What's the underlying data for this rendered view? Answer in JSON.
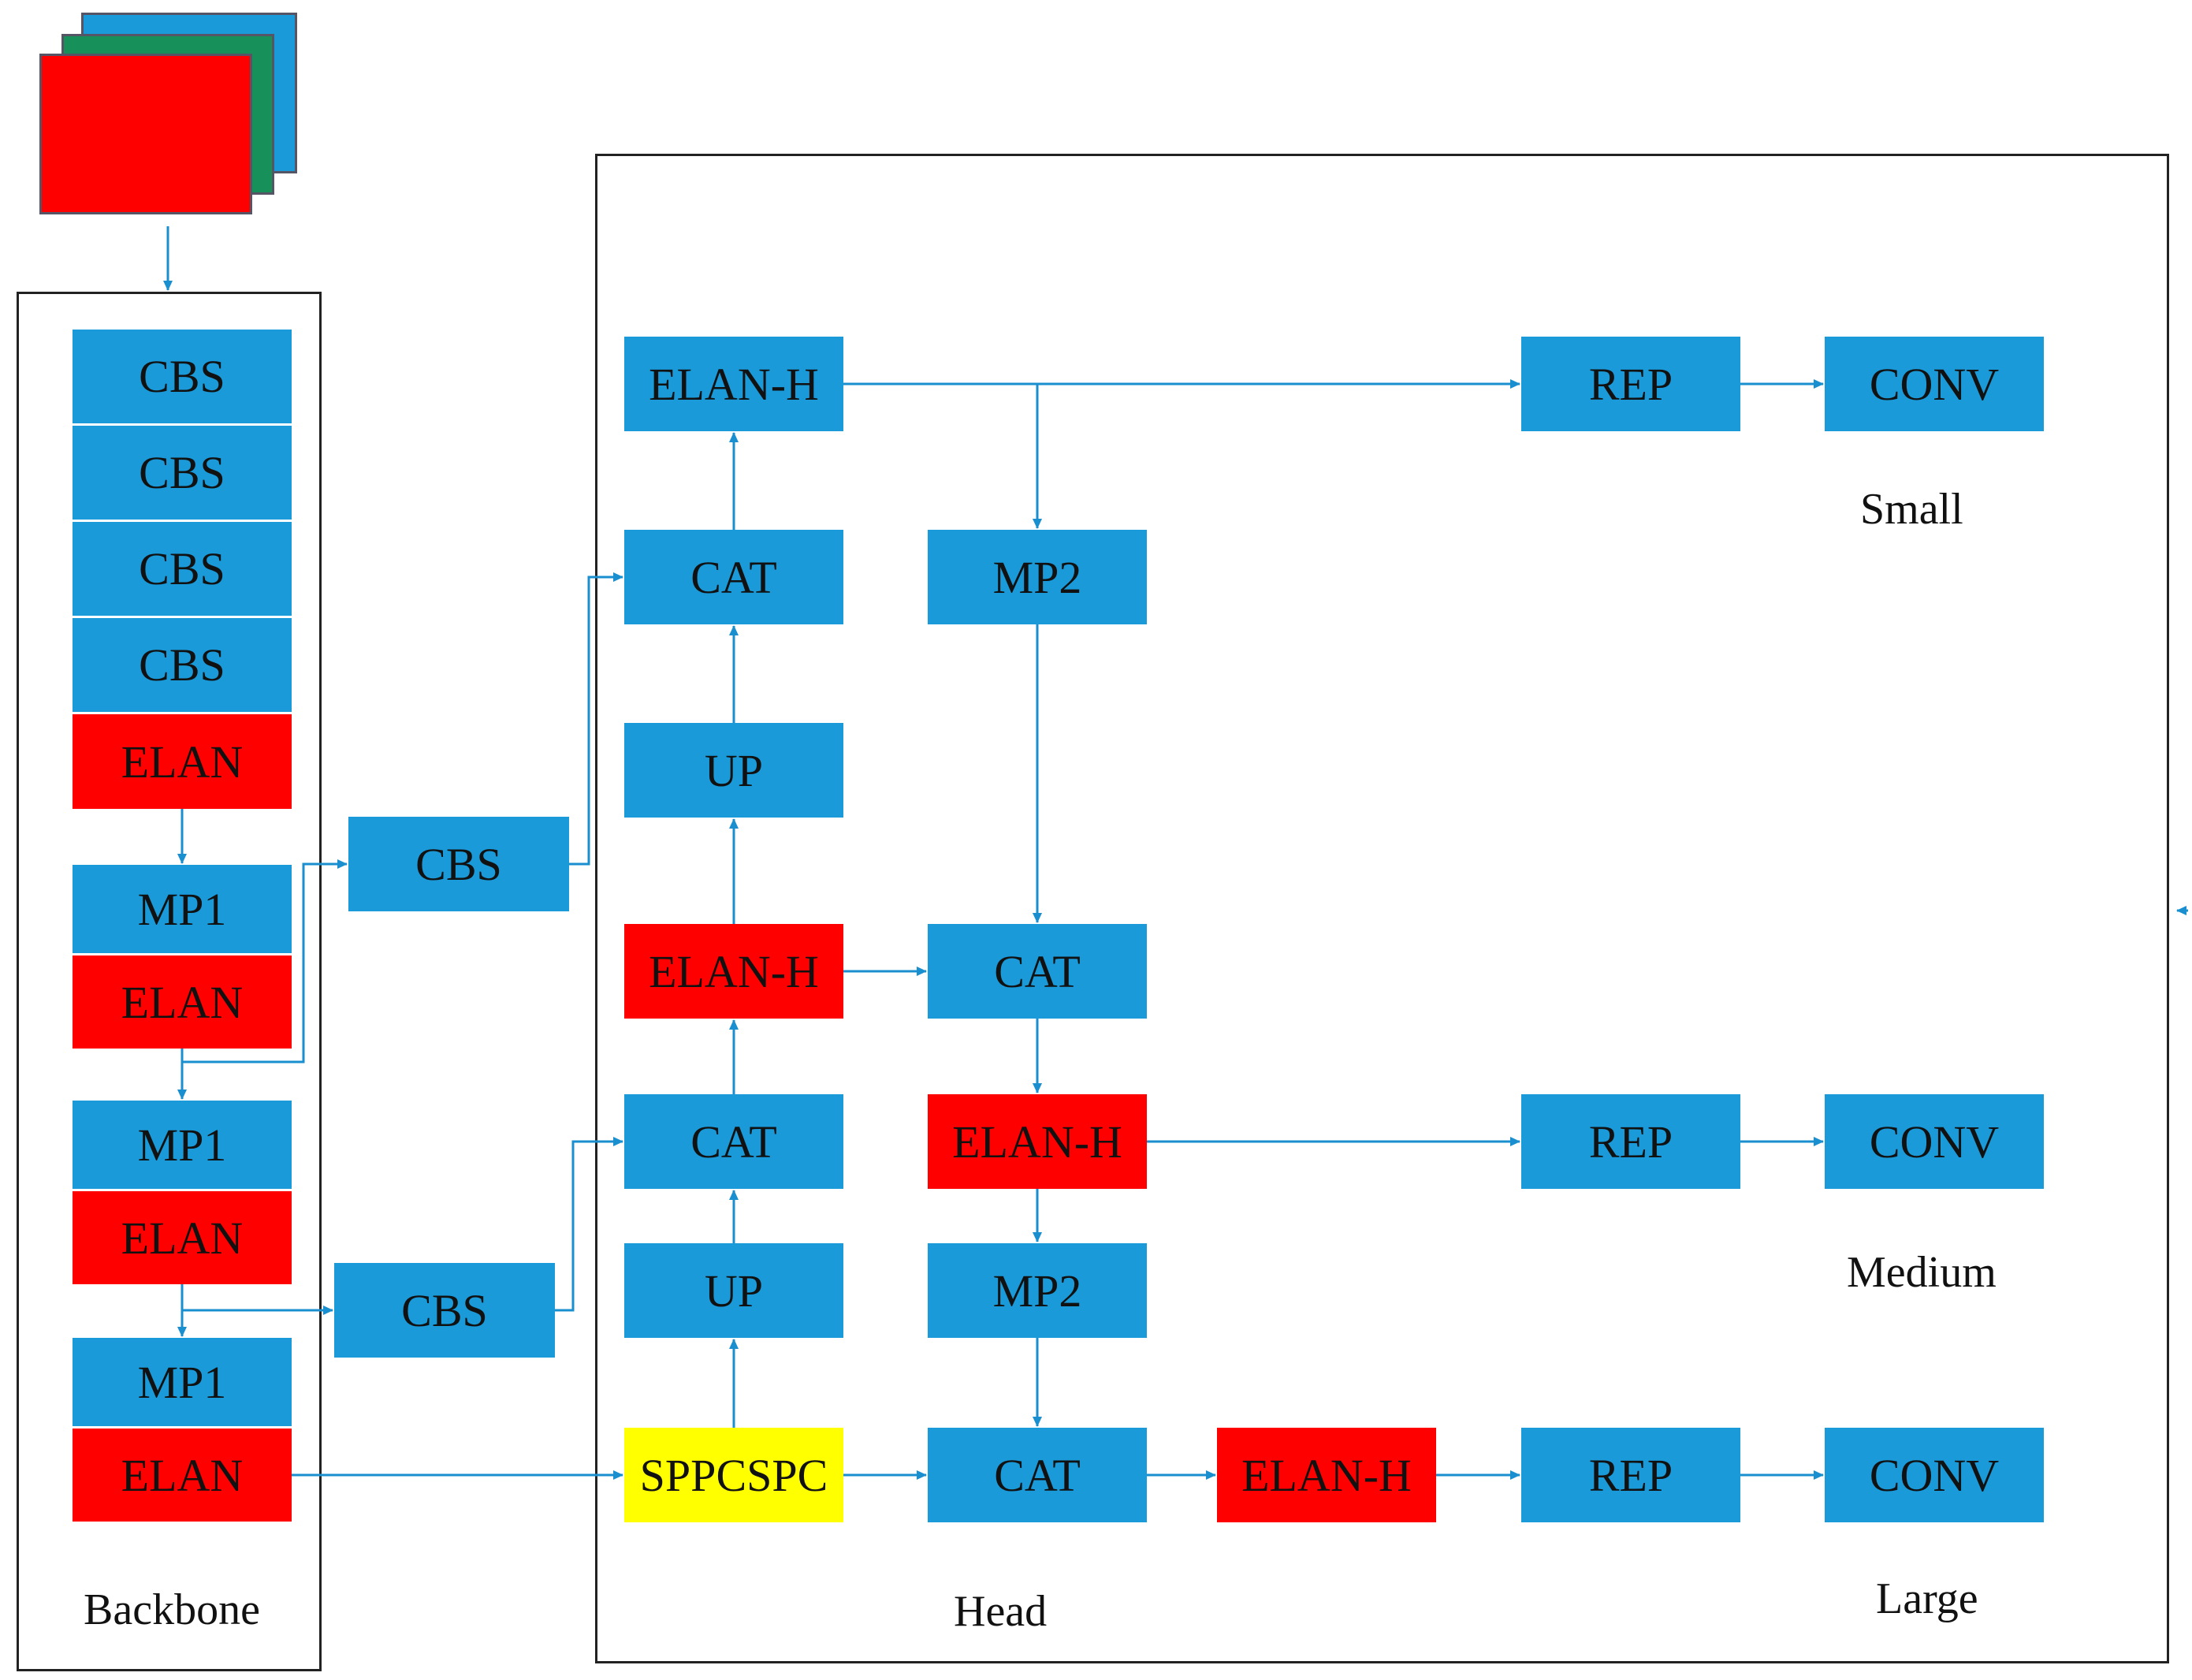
{
  "colors": {
    "blue": "#1a9ad9",
    "red": "#fe0000",
    "yellow": "#ffff00",
    "wire": "#1a8fd0"
  },
  "input_image": {
    "layers": [
      "#1a9ad9",
      "#17905a",
      "#fe0000"
    ]
  },
  "backbone": {
    "label": "Backbone",
    "blocks": [
      "CBS",
      "CBS",
      "CBS",
      "CBS",
      "ELAN",
      "MP1",
      "ELAN",
      "MP1",
      "ELAN",
      "MP1",
      "ELAN"
    ]
  },
  "bridge": {
    "cbs_upper": "CBS",
    "cbs_lower": "CBS"
  },
  "head": {
    "label": "Head",
    "elan_h_top": "ELAN-H",
    "cat_1": "CAT",
    "up_1": "UP",
    "elan_h_mid": "ELAN-H",
    "cat_2": "CAT",
    "up_2": "UP",
    "sppcspc": "SPPCSPC",
    "mp2_top": "MP2",
    "cat_3": "CAT",
    "elan_h_3": "ELAN-H",
    "mp2_bottom": "MP2",
    "cat_4": "CAT",
    "elan_h_4": "ELAN-H"
  },
  "outputs": {
    "small": {
      "rep": "REP",
      "conv": "CONV",
      "label": "Small"
    },
    "medium": {
      "rep": "REP",
      "conv": "CONV",
      "label": "Medium"
    },
    "large": {
      "rep": "REP",
      "conv": "CONV",
      "label": "Large"
    }
  }
}
